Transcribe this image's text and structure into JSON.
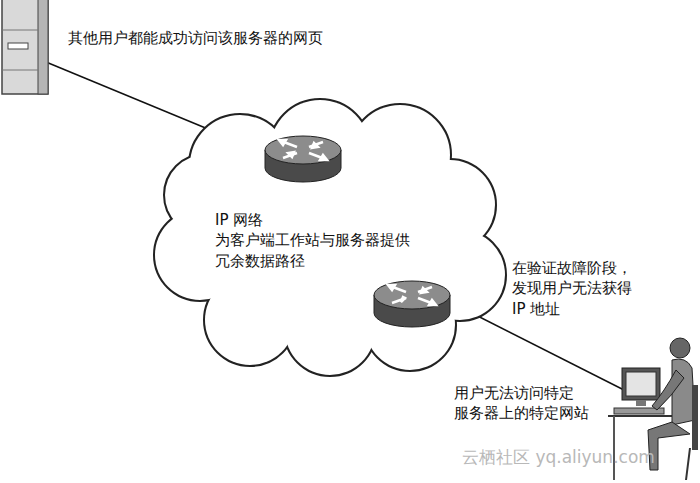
{
  "diagram": {
    "nodes": [
      {
        "text": [
          "其他用户都能成功访问该服务器的网页"
        ]
      },
      {
        "text": [
          "IP 网络 为客户端工作站与服务器提供 冗余数据路径"
        ]
      },
      {
        "text": [
          "用户无法访问特定 服务器上的特定网站"
        ]
      }
    ],
    "edges": [
      {
        "from": 0,
        "to": 1,
        "arrow": "none"
      },
      {
        "from": 1,
        "to": 2,
        "arrow": "none"
      }
    ],
    "labels": [
      "在验证故障阶段， 发现用户无法获得 IP 地址",
      "云栖社区 yq.aliyun.com"
    ]
  }
}
